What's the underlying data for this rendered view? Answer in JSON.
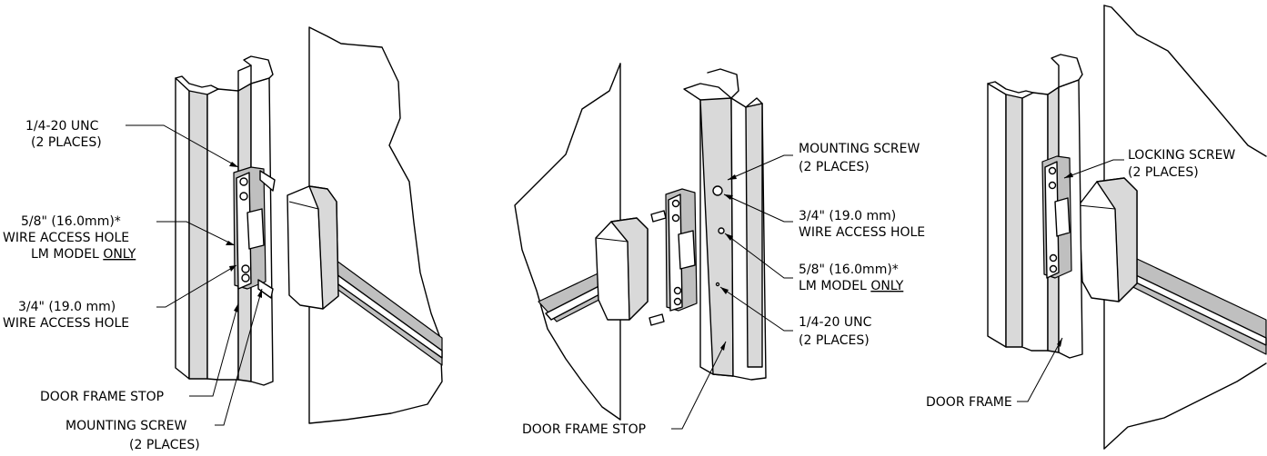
{
  "view1": {
    "unc": [
      "1/4-20 UNC",
      "(2 PLACES)"
    ],
    "hole58": [
      "5/8\" (16.0mm)*",
      "WIRE ACCESS HOLE",
      "LM MODEL",
      "ONLY"
    ],
    "hole34": [
      "3/4\" (19.0 mm)",
      "WIRE ACCESS HOLE"
    ],
    "stop": "DOOR FRAME STOP",
    "screw": [
      "MOUNTING SCREW",
      "(2 PLACES)"
    ]
  },
  "view2": {
    "screw": [
      "MOUNTING SCREW",
      "(2 PLACES)"
    ],
    "hole34": [
      "3/4\" (19.0 mm)",
      "WIRE ACCESS HOLE"
    ],
    "hole58": [
      "5/8\" (16.0mm)*",
      "LM MODEL",
      "ONLY"
    ],
    "unc": [
      "1/4-20 UNC",
      "(2 PLACES)"
    ],
    "stop": "DOOR FRAME STOP"
  },
  "view3": {
    "lock": [
      "LOCKING SCREW",
      "(2 PLACES)"
    ],
    "frame": "DOOR FRAME"
  }
}
